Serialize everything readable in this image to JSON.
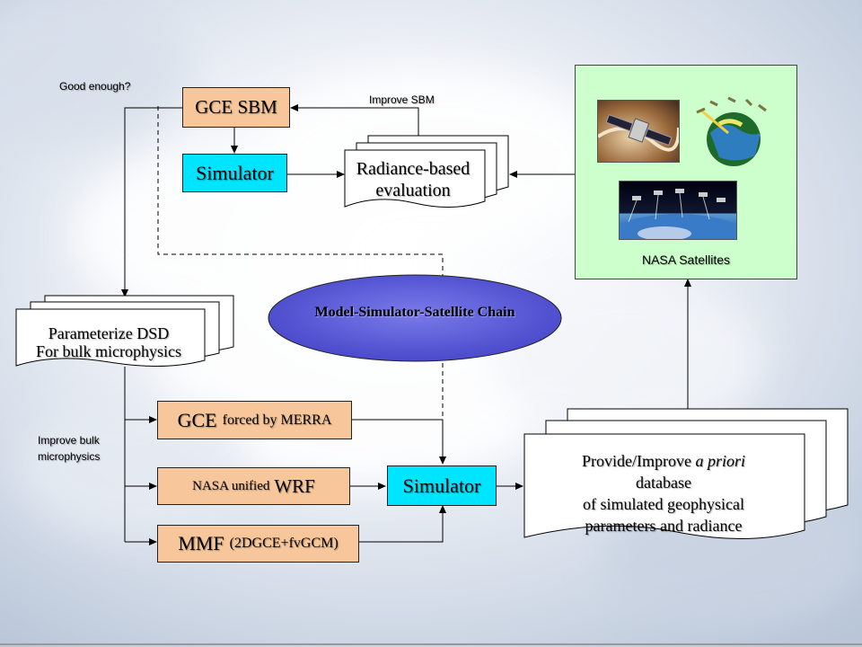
{
  "colors": {
    "orange_box": "#f7c79b",
    "cyan_box": "#00e5ff",
    "satellite_panel": "#ccffcc",
    "ellipse": "#5b5bdc"
  },
  "labels": {
    "good_enough": "Good enough?",
    "improve_sbm": "Improve SBM",
    "improve_bulk_line1": "Improve bulk",
    "improve_bulk_line2": "microphysics"
  },
  "boxes": {
    "gce_sbm": "GCE SBM",
    "simulator_top": "Simulator",
    "simulator_bottom": "Simulator",
    "gce_merra_main": "GCE",
    "gce_merra_small": "forced by MERRA",
    "wrf_small": "NASA unified",
    "wrf_main": "WRF",
    "mmf_main": "MMF",
    "mmf_small": "(2DGCE+fvGCM)"
  },
  "docs": {
    "radiance_line1": "Radiance-based",
    "radiance_line2": "evaluation",
    "dsd_line1": "Parameterize  DSD",
    "dsd_line2": "For bulk microphysics",
    "provide_line1_a": "Provide/Improve ",
    "provide_line1_b": "a priori",
    "provide_line2": "database",
    "provide_line3": "of simulated geophysical",
    "provide_line4": "parameters and radiance"
  },
  "ellipse_label": "Model-Simulator-Satellite Chain",
  "satellite_panel": {
    "caption": "NASA Satellites",
    "images": [
      "satellite-over-earth-image",
      "globe-with-satellites-image",
      "satellite-constellation-image"
    ]
  }
}
